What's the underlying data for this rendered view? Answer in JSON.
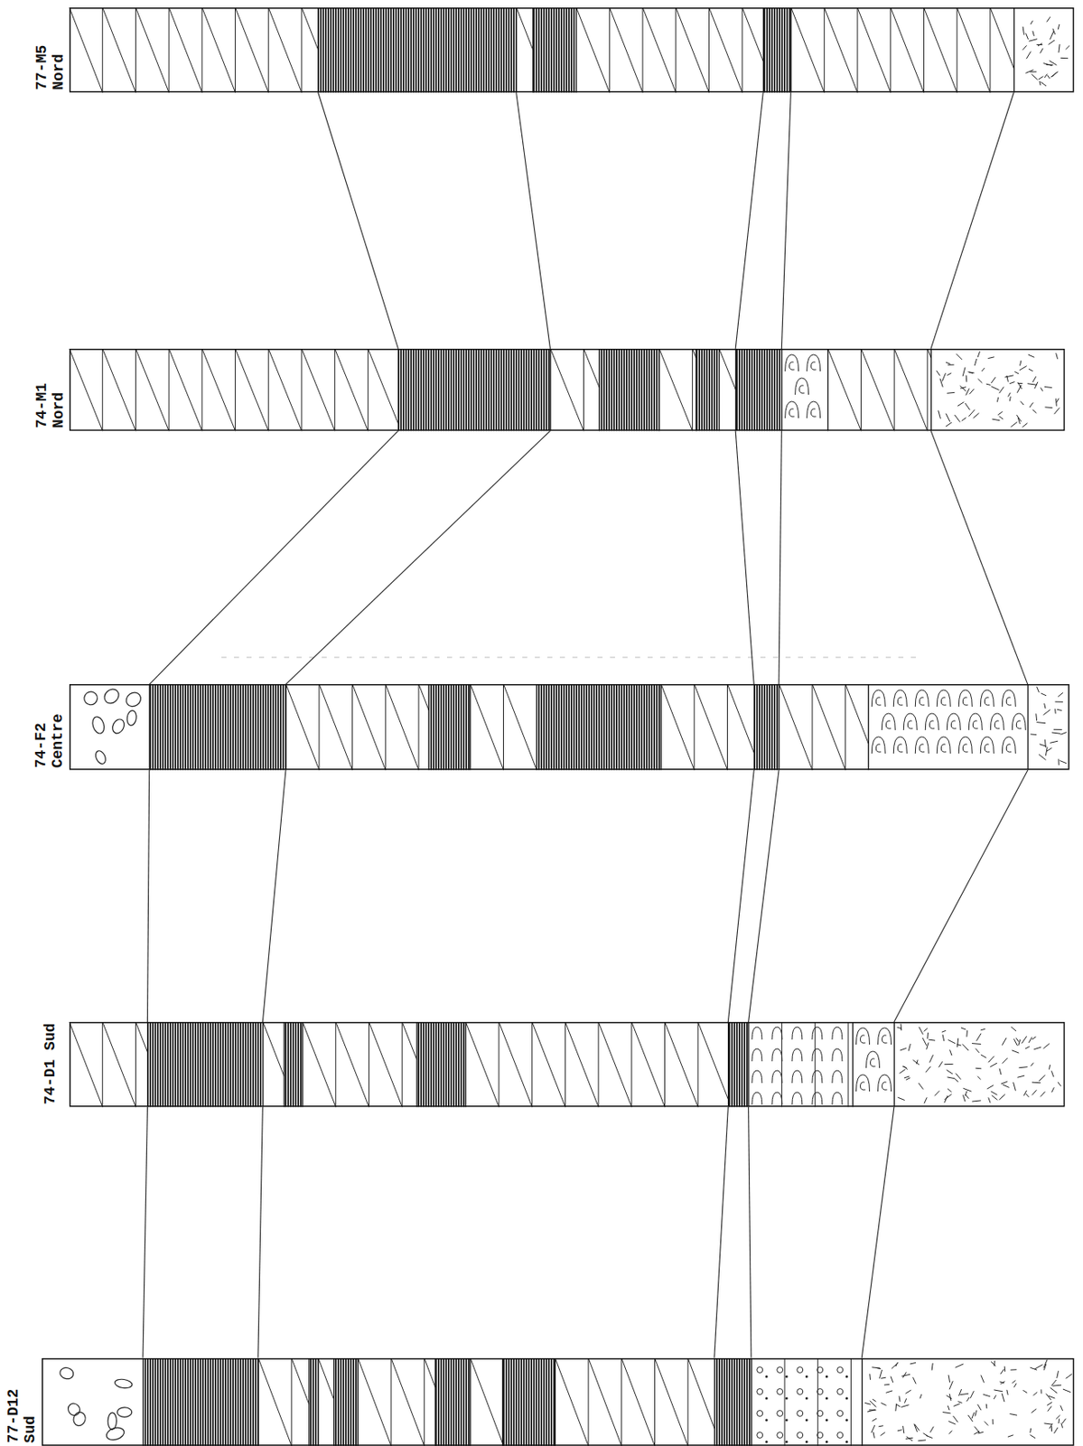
{
  "diagram": {
    "nodes": [
      {
        "text": [
          "77-M5 Nord"
        ]
      },
      {
        "text": [
          "74-M1 Nord"
        ]
      },
      {
        "text": [
          "74-F2 Centre"
        ]
      },
      {
        "text": [
          "74-D1 Sud"
        ]
      },
      {
        "text": [
          "77-D12 Sud"
        ]
      }
    ],
    "edges": [
      {
        "from": 0,
        "to": 1,
        "arrow": "none"
      },
      {
        "from": 0,
        "to": 1,
        "arrow": "none"
      },
      {
        "from": 0,
        "to": 1,
        "arrow": "none"
      },
      {
        "from": 0,
        "to": 1,
        "arrow": "none"
      },
      {
        "from": 0,
        "to": 1,
        "arrow": "none"
      },
      {
        "from": 1,
        "to": 2,
        "arrow": "none"
      },
      {
        "from": 1,
        "to": 2,
        "arrow": "none"
      },
      {
        "from": 1,
        "to": 2,
        "arrow": "none"
      },
      {
        "from": 1,
        "to": 2,
        "arrow": "none"
      },
      {
        "from": 1,
        "to": 2,
        "arrow": "none"
      },
      {
        "from": 2,
        "to": 3,
        "arrow": "none"
      },
      {
        "from": 2,
        "to": 3,
        "arrow": "none"
      },
      {
        "from": 2,
        "to": 3,
        "arrow": "none"
      },
      {
        "from": 2,
        "to": 3,
        "arrow": "none"
      },
      {
        "from": 2,
        "to": 3,
        "arrow": "none"
      },
      {
        "from": 3,
        "to": 4,
        "arrow": "none"
      },
      {
        "from": 3,
        "to": 4,
        "arrow": "none"
      },
      {
        "from": 3,
        "to": 4,
        "arrow": "none"
      },
      {
        "from": 3,
        "to": 4,
        "arrow": "none"
      },
      {
        "from": 3,
        "to": 4,
        "arrow": "none"
      }
    ]
  }
}
